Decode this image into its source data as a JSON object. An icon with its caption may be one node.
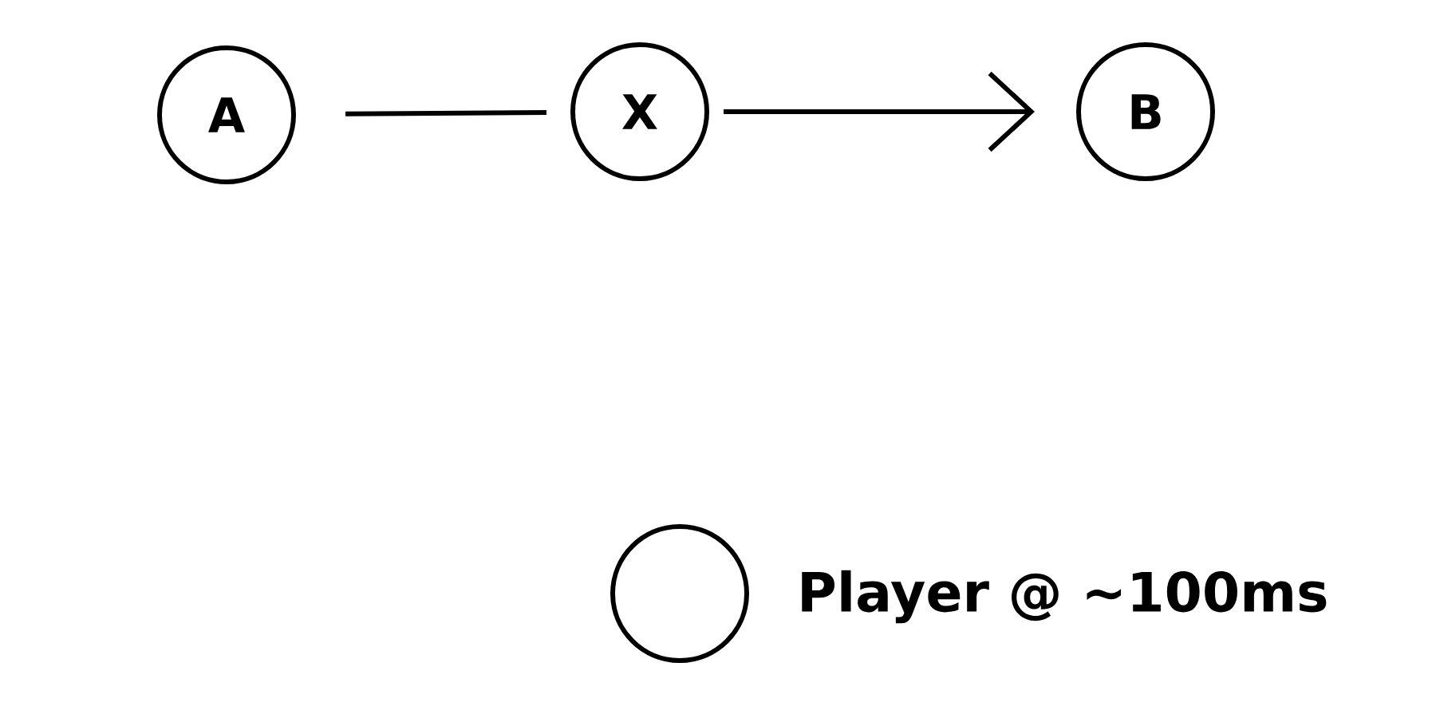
{
  "diagram": {
    "nodes": [
      {
        "text": [
          "A"
        ]
      },
      {
        "text": [
          "X"
        ]
      },
      {
        "text": [
          "B"
        ]
      },
      {
        "text": [],
        "shape": "circle",
        "beside": [
          "Player @ ~100ms"
        ]
      }
    ],
    "edges": [
      {
        "from": 0,
        "to": 1,
        "arrow": "none"
      },
      {
        "from": 1,
        "to": 2,
        "arrow": "to"
      }
    ]
  }
}
